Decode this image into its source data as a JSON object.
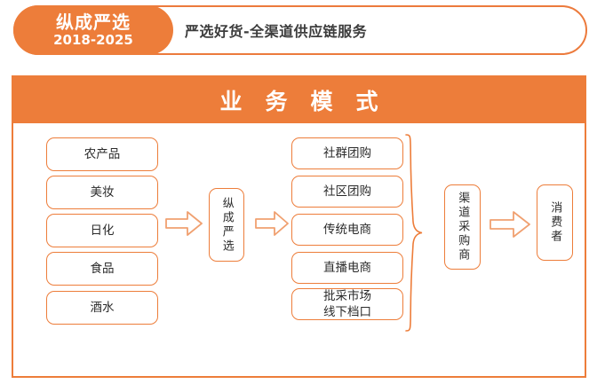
{
  "header": {
    "badge_title": "纵成严选",
    "badge_years": "2018-2025",
    "subtitle": "严选好货-全渠道供应链服务"
  },
  "diagram": {
    "title": "业务模式",
    "accent_color": "#ed7d3a",
    "text_color": "#2b2b2b",
    "categories": [
      {
        "label": "农产品"
      },
      {
        "label": "美妆"
      },
      {
        "label": "日化"
      },
      {
        "label": "食品"
      },
      {
        "label": "酒水"
      }
    ],
    "hub": {
      "label": "纵成严选"
    },
    "channels": [
      {
        "label": "社群团购"
      },
      {
        "label": "社区团购"
      },
      {
        "label": "传统电商"
      },
      {
        "label": "直播电商"
      },
      {
        "label": "批采市场",
        "label2": "线下档口"
      }
    ],
    "buyer": {
      "label": "渠道采购商"
    },
    "consumer": {
      "label": "消费者"
    },
    "arrows": [
      {
        "name": "arrow-categories-to-hub"
      },
      {
        "name": "arrow-hub-to-channels"
      },
      {
        "name": "arrow-buyer-to-consumer"
      }
    ]
  }
}
